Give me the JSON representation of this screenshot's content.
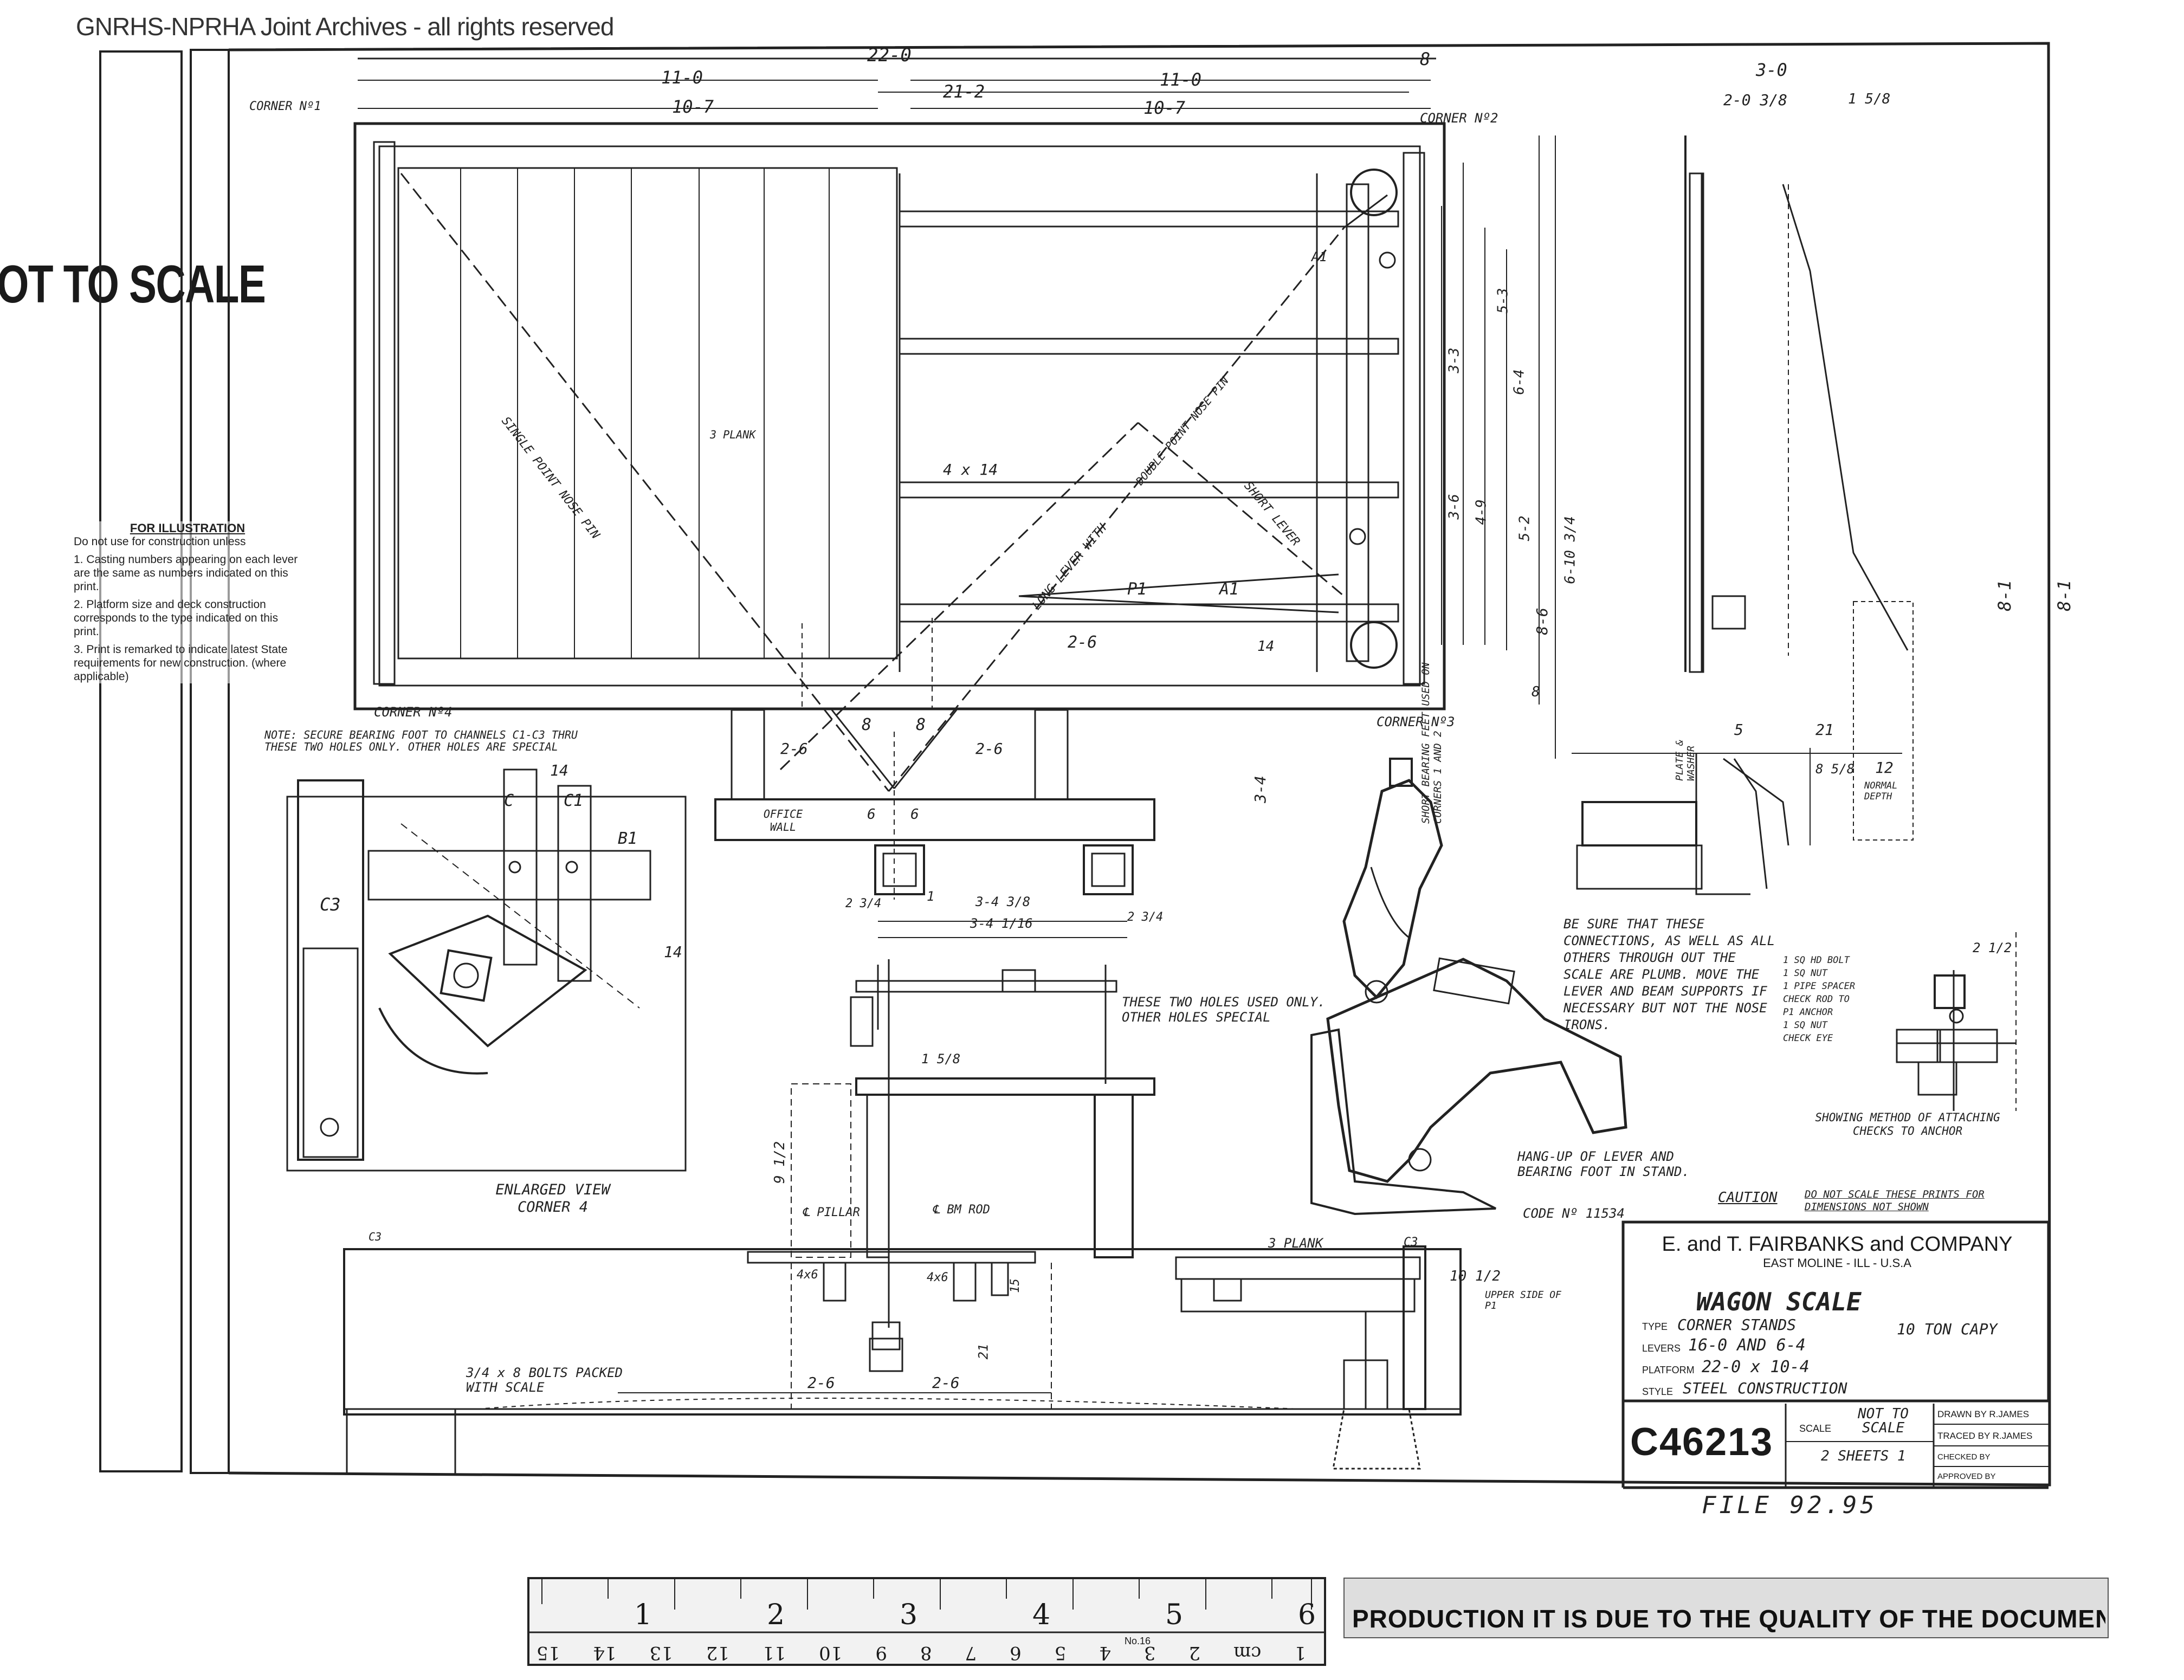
{
  "watermark": "GNRHS-NPRHA Joint Archives - all rights reserved",
  "stamp_not_to_scale": "OT TO SCALE",
  "illustration_note": {
    "heading": "FOR ILLUSTRATION",
    "subheading": "Do not use for construction unless",
    "items": [
      "1. Casting numbers appearing on each lever are the same as numbers indicated on this print.",
      "2. Platform size and deck construction corresponds to the type indicated on this print.",
      "3. Print is remarked to indicate latest State requirements for new construction. (where applicable)"
    ]
  },
  "plan_view": {
    "dim_top_total": "22-0",
    "dim_left_half": "11-0",
    "dim_right_half": "11-0",
    "dim_left_inner": "10-7",
    "dim_right_inner": "10-7",
    "dim_mid": "21-2",
    "dim_side": "8",
    "corner_1": "CORNER Nº1",
    "corner_2": "CORNER Nº2",
    "corner_3": "CORNER Nº3",
    "corner_4": "CORNER Nº4",
    "plank_label": "3 PLANK",
    "single_lever_label": "SINGLE POINT NOSE PIN",
    "long_lever_label": "LONG LEVER WITH",
    "double_nose_label": "DOUBLE POINT NOSE PIN",
    "short_lever_label": "SHORT LEVER",
    "beam_4x14": "4 x 14",
    "dim_2_6a": "2-6",
    "dim_3_6": "3-6",
    "dim_4_9": "4-9",
    "dim_5_2": "5-2",
    "dim_6_4": "6-4",
    "dim_8_6": "8-6",
    "dim_3_3": "3-3",
    "dim_5_3": "5-3",
    "p1": "P1",
    "a1": "A1",
    "a1b": "A1",
    "dim_14": "14",
    "dim_8b": "8",
    "dim_3_4": "3-4",
    "dim_6_10": "6-10 3/4",
    "dim_8_1": "8-1"
  },
  "office_wall": {
    "label": "OFFICE WALL",
    "dim_2_6a": "2-6",
    "dim_2_6b": "2-6",
    "dim_8a": "8",
    "dim_8b": "8",
    "dim_6a": "6",
    "dim_6b": "6",
    "dim_3_4a": "3-4 3/8",
    "dim_3_4b": "3-4 1/16",
    "dim_2_3a": "2 3/4",
    "dim_2_3b": "2 3/4",
    "dim_1": "1"
  },
  "enlarged_view": {
    "note": "NOTE: SECURE BEARING FOOT TO CHANNELS C1-C3 THRU THESE TWO HOLES ONLY. OTHER HOLES ARE SPECIAL",
    "c": "C",
    "c1": "C1",
    "c3": "C3",
    "b1": "B1",
    "dim_14a": "14",
    "dim_14b": "14",
    "caption": "ENLARGED VIEW CORNER 4"
  },
  "beam_view": {
    "holes_note": "THESE TWO HOLES USED ONLY. OTHER HOLES SPECIAL",
    "dim_1_5": "1 5/8",
    "pillar_label": "℄ PILLAR",
    "rod_label": "℄ BM ROD",
    "dim_9": "9 1/2"
  },
  "hangup": {
    "shop_note": "SHORT BEARING FEET USED ON CORNERS 1 AND 2",
    "plumb_note": "BE SURE THAT THESE CONNECTIONS, AS WELL AS ALL OTHERS THROUGH OUT THE SCALE ARE PLUMB. MOVE THE LEVER AND BEAM SUPPORTS IF NECESSARY BUT NOT THE NOSE IRONS.",
    "caption": "HANG-UP OF LEVER AND BEARING FOOT IN STAND."
  },
  "anchor_detail": {
    "items": [
      "1 SQ HD BOLT",
      "1 SQ NUT",
      "1 PIPE SPACER",
      "CHECK ROD TO",
      "P1 ANCHOR",
      "1 SQ NUT",
      "CHECK EYE"
    ],
    "caption": "SHOWING METHOD OF ATTACHING CHECKS TO ANCHOR",
    "dim_2": "2 1/2"
  },
  "side_view": {
    "dim_3_0": "3-0",
    "dim_2_0": "2-0 3/8",
    "dim_1": "1 5/8",
    "dim_8_1": "8-1",
    "dim_5": "5",
    "dim_21": "21",
    "dim_12": "12",
    "normal_depth": "NORMAL DEPTH",
    "plate_washer": "PLATE & WASHER",
    "dim_8_5": "8 5/8"
  },
  "section_view": {
    "dim_3_plank": "3 PLANK",
    "c3a": "C3",
    "c3b": "C3",
    "dim_10": "10 1/2",
    "upper_side": "UPPER SIDE OF P1",
    "dim_4x6a": "4x6",
    "dim_4x6b": "4x6",
    "dim_15": "15",
    "dim_21": "21",
    "dim_2_6a": "2-6",
    "dim_2_6b": "2-6",
    "bolts": "3/4 x 8 BOLTS PACKED WITH SCALE"
  },
  "caution": {
    "code": "CODE Nº 11534",
    "caution": "CAUTION",
    "caution_text": "DO NOT SCALE THESE PRINTS FOR DIMENSIONS NOT SHOWN"
  },
  "title_block": {
    "company": "E. and T. FAIRBANKS and COMPANY",
    "location": "EAST MOLINE - ILL - U.S.A",
    "title": "WAGON SCALE",
    "type_label": "TYPE",
    "type_value": "CORNER STANDS",
    "capacity": "10 TON CAPY",
    "levers_label": "LEVERS",
    "levers_value": "16-0 AND 6-4",
    "platform_label": "PLATFORM",
    "platform_value": "22-0 x 10-4",
    "style_label": "STYLE",
    "style_value": "STEEL CONSTRUCTION",
    "drawing_number": "C46213",
    "scale_label": "SCALE",
    "scale_value": "NOT TO SCALE",
    "sheets": "2 SHEETS 1",
    "drawn_by": "DRAWN BY R.JAMES",
    "traced_by": "TRACED BY R.JAMES",
    "checked_by": "CHECKED BY",
    "approved_by": "APPROVED BY",
    "file": "FILE 92.95"
  },
  "ruler": {
    "inches": [
      "1",
      "2",
      "3",
      "4",
      "5",
      "6"
    ],
    "cm": [
      "1",
      "2",
      "3",
      "4",
      "5",
      "6",
      "7",
      "8",
      "9",
      "10",
      "11",
      "12",
      "13",
      "14",
      "15"
    ],
    "cm_unit": "cm",
    "no_label": "No.16"
  },
  "quality_notice": "PRODUCTION IT IS DUE TO THE QUALITY OF THE DOCUMENT."
}
